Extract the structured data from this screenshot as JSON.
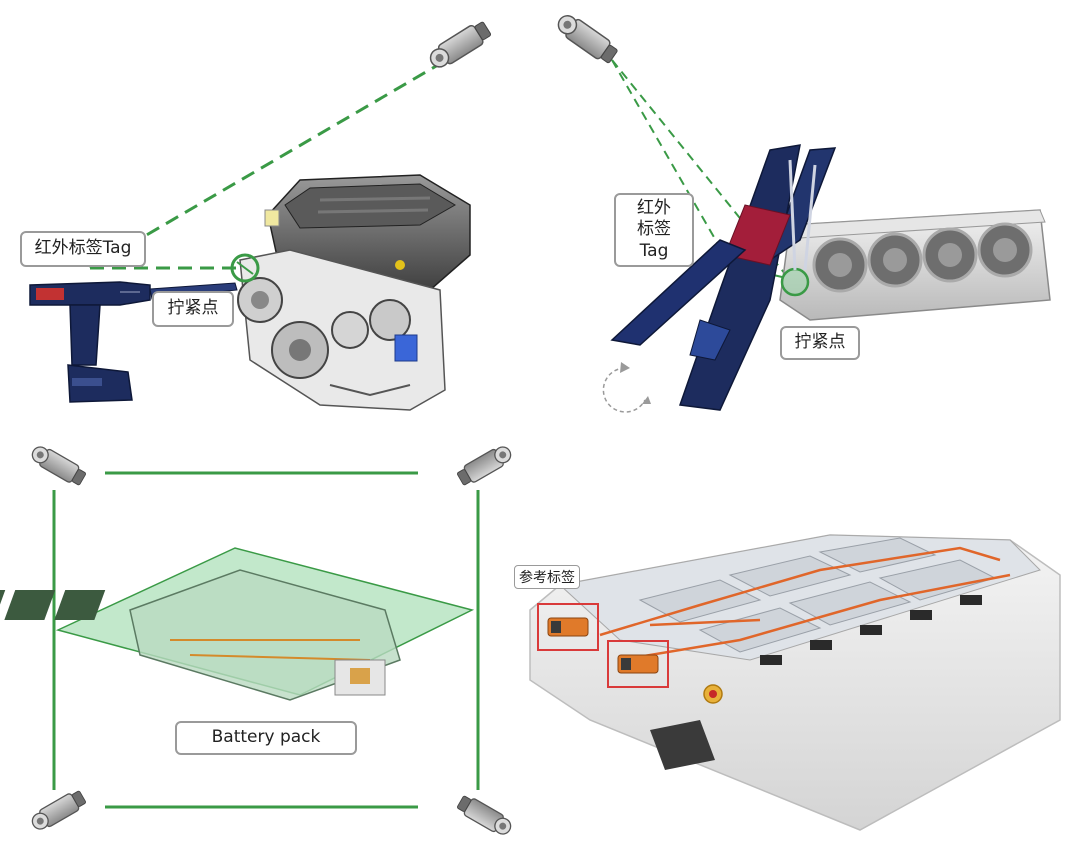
{
  "labels": {
    "ir_tag_left": "红外标签Tag",
    "tighten_point_left": "拧紧点",
    "ir_tag_right_line1": "红外",
    "ir_tag_right_line2": "标签",
    "ir_tag_right_line3": "Tag",
    "tighten_point_right": "拧紧点",
    "battery_pack": "Battery pack",
    "reference_tag": "参考标签"
  },
  "colors": {
    "tracking_line": "#3a9a46",
    "highlight_box": "#d93a3a",
    "callout_border": "#9a9a9a",
    "tool_navy": "#1d2c5e",
    "plane_green": "#8fd6a0"
  },
  "icons": [
    "camera-icon",
    "engine-illustration",
    "cylinder-head-illustration",
    "robot-arm-illustration",
    "torque-tool-illustration",
    "battery-pack-illustration",
    "rotation-arrow-icon"
  ]
}
